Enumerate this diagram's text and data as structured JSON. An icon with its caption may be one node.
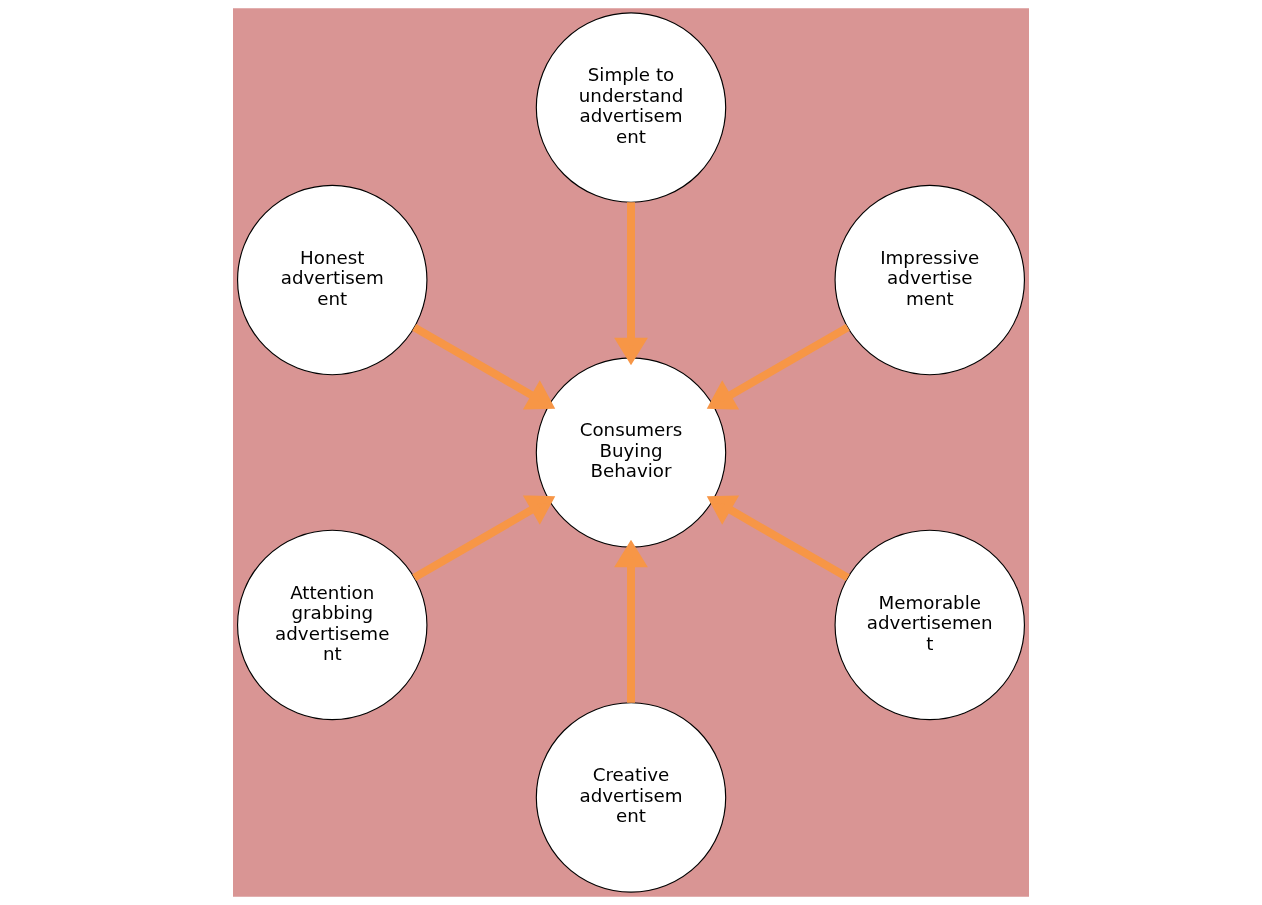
{
  "diagram": {
    "nodes": [
      {
        "text": [
          "Impressive advertise ment"
        ]
      },
      {
        "text": [
          "Simple to understand advertisem ent"
        ]
      },
      {
        "text": [
          "Honest advertisem ent"
        ]
      },
      {
        "text": [
          "Consumers Buying Behavior"
        ]
      },
      {
        "text": [
          "Attention grabbing advertiseme nt"
        ]
      },
      {
        "text": [
          "Creative advertisem ent"
        ]
      },
      {
        "text": [
          "Memorable advertisemen t"
        ]
      }
    ],
    "edges": [
      {
        "from": 1,
        "to": 3,
        "arrow": "to"
      },
      {
        "from": 0,
        "to": 3,
        "arrow": "to"
      },
      {
        "from": 2,
        "to": 3,
        "arrow": "to"
      },
      {
        "from": 4,
        "to": 3,
        "arrow": "to"
      },
      {
        "from": 5,
        "to": 3,
        "arrow": "to"
      },
      {
        "from": 6,
        "to": 3,
        "arrow": "to"
      }
    ]
  }
}
